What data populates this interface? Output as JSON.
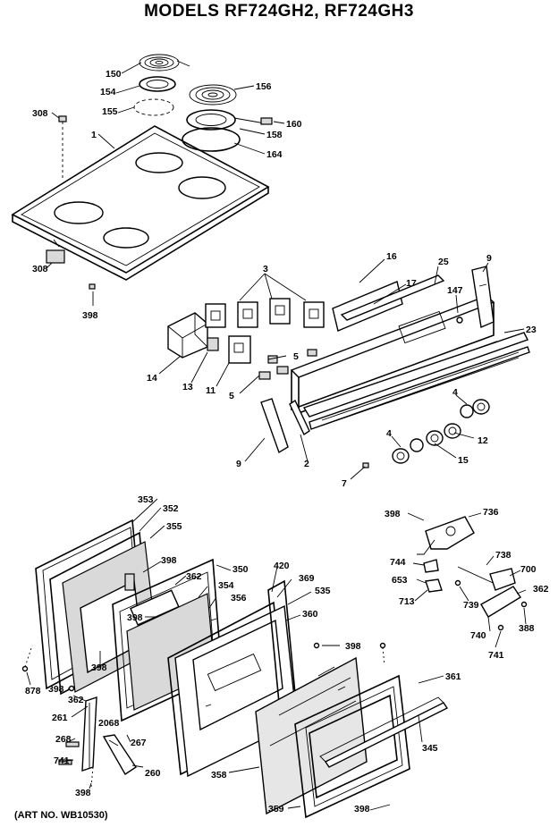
{
  "title": "MODELS RF724GH2, RF724GH3",
  "art_number": "(ART NO. WB10530)",
  "callouts": [
    {
      "id": "c150",
      "text": "150"
    },
    {
      "id": "c154",
      "text": "154"
    },
    {
      "id": "c155",
      "text": "155"
    },
    {
      "id": "c156",
      "text": "156"
    },
    {
      "id": "c158",
      "text": "158"
    },
    {
      "id": "c160",
      "text": "160"
    },
    {
      "id": "c164",
      "text": "164"
    },
    {
      "id": "c308a",
      "text": "308"
    },
    {
      "id": "c1",
      "text": "1"
    },
    {
      "id": "c308b",
      "text": "308"
    },
    {
      "id": "c398a",
      "text": "398"
    },
    {
      "id": "c3",
      "text": "3"
    },
    {
      "id": "c16",
      "text": "16"
    },
    {
      "id": "c17",
      "text": "17"
    },
    {
      "id": "c25",
      "text": "25"
    },
    {
      "id": "c9a",
      "text": "9"
    },
    {
      "id": "c147",
      "text": "147"
    },
    {
      "id": "c23",
      "text": "23"
    },
    {
      "id": "c14",
      "text": "14"
    },
    {
      "id": "c13",
      "text": "13"
    },
    {
      "id": "c11",
      "text": "11"
    },
    {
      "id": "c5a",
      "text": "5"
    },
    {
      "id": "c5b",
      "text": "5"
    },
    {
      "id": "c4a",
      "text": "4"
    },
    {
      "id": "c12",
      "text": "12"
    },
    {
      "id": "c4b",
      "text": "4"
    },
    {
      "id": "c15",
      "text": "15"
    },
    {
      "id": "c9b",
      "text": "9"
    },
    {
      "id": "c2",
      "text": "2"
    },
    {
      "id": "c7",
      "text": "7"
    },
    {
      "id": "c353",
      "text": "353"
    },
    {
      "id": "c352",
      "text": "352"
    },
    {
      "id": "c355",
      "text": "355"
    },
    {
      "id": "c398b",
      "text": "398"
    },
    {
      "id": "c362a",
      "text": "362"
    },
    {
      "id": "c350",
      "text": "350"
    },
    {
      "id": "c420",
      "text": "420"
    },
    {
      "id": "c369",
      "text": "369"
    },
    {
      "id": "c354",
      "text": "354"
    },
    {
      "id": "c535",
      "text": "535"
    },
    {
      "id": "c398c",
      "text": "398"
    },
    {
      "id": "c356",
      "text": "356"
    },
    {
      "id": "c360",
      "text": "360"
    },
    {
      "id": "c398d",
      "text": "398"
    },
    {
      "id": "c878",
      "text": "878"
    },
    {
      "id": "c398e",
      "text": "398"
    },
    {
      "id": "c362b",
      "text": "362"
    },
    {
      "id": "c261",
      "text": "261"
    },
    {
      "id": "c398f",
      "text": "398"
    },
    {
      "id": "c361",
      "text": "361"
    },
    {
      "id": "c268",
      "text": "268"
    },
    {
      "id": "c2068",
      "text": "2068"
    },
    {
      "id": "c267",
      "text": "267"
    },
    {
      "id": "c345",
      "text": "345"
    },
    {
      "id": "c741a",
      "text": "741"
    },
    {
      "id": "c260",
      "text": "260"
    },
    {
      "id": "c358",
      "text": "358"
    },
    {
      "id": "c398g",
      "text": "398"
    },
    {
      "id": "c359",
      "text": "359"
    },
    {
      "id": "c398h",
      "text": "398"
    },
    {
      "id": "c398i",
      "text": "398"
    },
    {
      "id": "c736",
      "text": "736"
    },
    {
      "id": "c744",
      "text": "744"
    },
    {
      "id": "c738",
      "text": "738"
    },
    {
      "id": "c700",
      "text": "700"
    },
    {
      "id": "c653",
      "text": "653"
    },
    {
      "id": "c713",
      "text": "713"
    },
    {
      "id": "c739",
      "text": "739"
    },
    {
      "id": "c362c",
      "text": "362"
    },
    {
      "id": "c740",
      "text": "740"
    },
    {
      "id": "c388",
      "text": "388"
    },
    {
      "id": "c741b",
      "text": "741"
    }
  ]
}
